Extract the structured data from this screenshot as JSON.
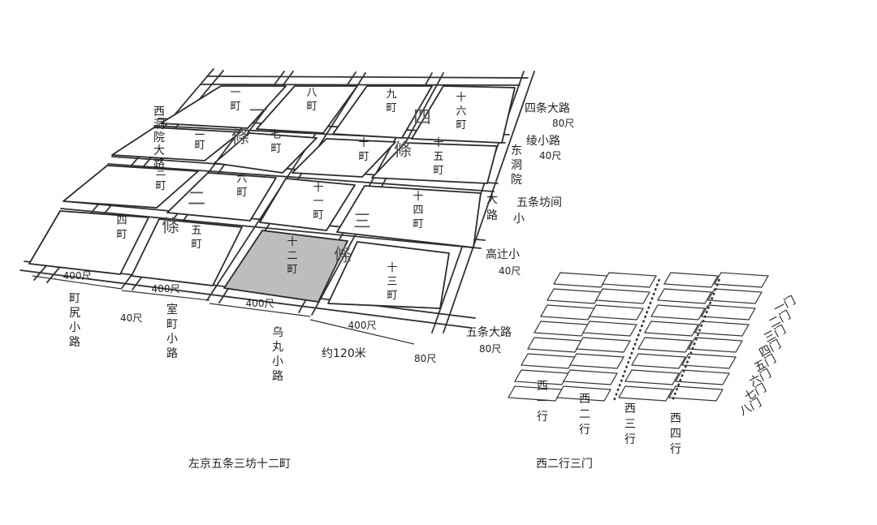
{
  "left_map": {
    "blocks": [
      {
        "id": "1",
        "label": "一町"
      },
      {
        "id": "8",
        "label": "八町"
      },
      {
        "id": "9",
        "label": "九町"
      },
      {
        "id": "16",
        "label": "十六町"
      },
      {
        "id": "2",
        "label": "二町"
      },
      {
        "id": "7",
        "label": "七町"
      },
      {
        "id": "10",
        "label": "十町"
      },
      {
        "id": "15",
        "label": "十五町"
      },
      {
        "id": "3",
        "label": "三町"
      },
      {
        "id": "6",
        "label": "六町"
      },
      {
        "id": "11",
        "label": "十一町"
      },
      {
        "id": "14",
        "label": "十四町"
      },
      {
        "id": "4",
        "label": "四町"
      },
      {
        "id": "5",
        "label": "五町"
      },
      {
        "id": "12",
        "label": "十二町"
      },
      {
        "id": "13",
        "label": "十三町"
      }
    ],
    "highlighted_block": "十二町",
    "jo_labels": [
      "一",
      "條",
      "四",
      "條",
      "二",
      "條",
      "三",
      "條"
    ],
    "roads_right": {
      "shijo": "四条大路",
      "shijo_w": "80尺",
      "ryo": "绫小路",
      "ryo_w": "40尺",
      "higashi_toin": "东洞院",
      "oji": "大路",
      "gojo_bomon": "五条坊间小",
      "takatsuji": "高辻小",
      "takatsuji_w": "40尺",
      "gojo": "五条大路",
      "gojo_w": "80尺"
    },
    "roads_left": {
      "nishi_toin": "西洞院大路",
      "machijiri": "町尻小路",
      "machijiri_w": "40尺",
      "muromachi": "室町小路",
      "karasuma": "乌丸小路",
      "karasuma_w": "80尺"
    },
    "measures": [
      "400尺",
      "400尺",
      "400尺",
      "400尺"
    ],
    "approx": "约120米",
    "caption": "左京五条三坊十二町"
  },
  "right_map": {
    "gates": [
      "一门",
      "二门",
      "三门",
      "四门",
      "五门",
      "六门",
      "七门",
      "八门"
    ],
    "columns": [
      "西一行",
      "西二行",
      "西三行",
      "西四行"
    ],
    "caption": "西二行三门"
  }
}
